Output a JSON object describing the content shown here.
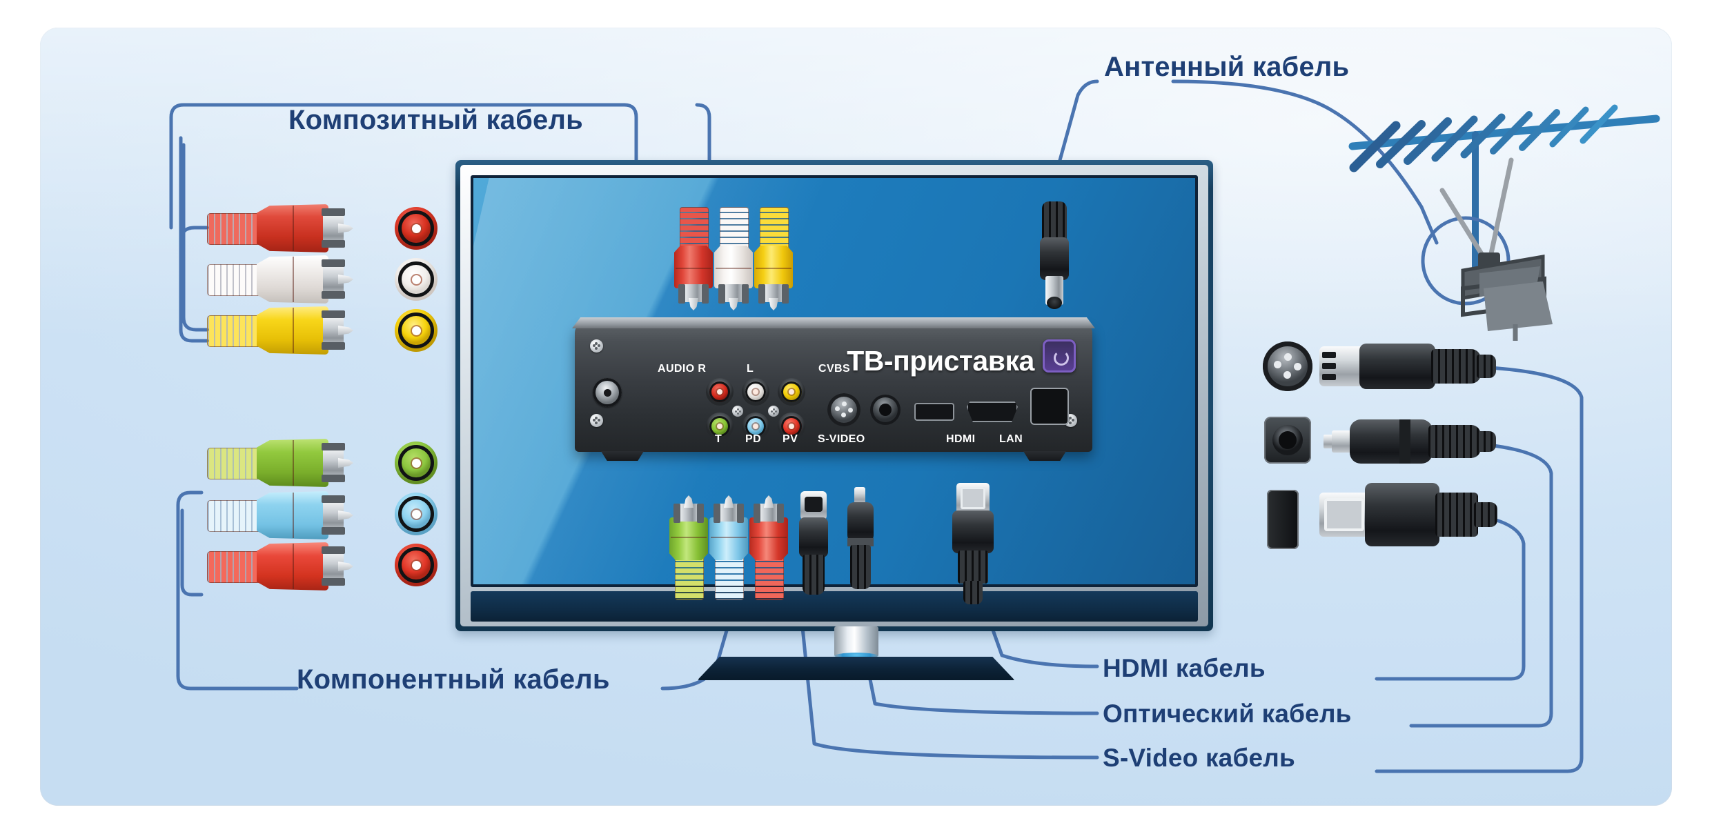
{
  "diagram": {
    "title_device": "ТВ-приставка",
    "background_color": "#cfe3f5",
    "line_color": "#4a74b0",
    "text_color": "#1e3f75"
  },
  "labels": {
    "composite": "Композитный кабель",
    "antenna": "Антенный кабель",
    "component": "Компонентный кабель",
    "hdmi": "HDMI кабель",
    "optical": "Оптический кабель",
    "svideo": "S-Video кабель"
  },
  "stb_ports": {
    "audio_r": "AUDIO R",
    "audio_l": "L",
    "cvbs": "CVBS",
    "pr_t": "T",
    "pb_pd": "PD",
    "y_pv": "PV",
    "svideo": "S-VIDEO",
    "hdmi": "HDMI",
    "lan": "LAN"
  },
  "composite_cable": {
    "name": "composite-cable",
    "plug_colors": [
      "#d9342b",
      "#f2f0ee",
      "#f5d00a"
    ],
    "jack_colors": [
      "#e0382c",
      "#f4f2f0",
      "#f7d403"
    ]
  },
  "component_cable": {
    "name": "component-cable",
    "plug_colors": [
      "#8cc63f",
      "#8ed3f0",
      "#ea3b28"
    ],
    "jack_colors": [
      "#8cc63f",
      "#8ed3f0",
      "#ea3b28"
    ]
  },
  "stb_panel_jacks": {
    "top_row": [
      "#d9342b",
      "#efefee",
      "#f5d00a"
    ],
    "bottom_row": [
      "#8cc63f",
      "#8ed3f0",
      "#ea3b28"
    ]
  },
  "right_connectors": [
    {
      "name": "antenna-connector",
      "label_ref": "antenna"
    },
    {
      "name": "svideo-connector",
      "label_ref": "svideo"
    },
    {
      "name": "optical-connector",
      "label_ref": "optical"
    },
    {
      "name": "hdmi-connector",
      "label_ref": "hdmi"
    }
  ],
  "antenna": {
    "yagi_name": "yagi-antenna",
    "indoor_name": "indoor-antenna"
  }
}
